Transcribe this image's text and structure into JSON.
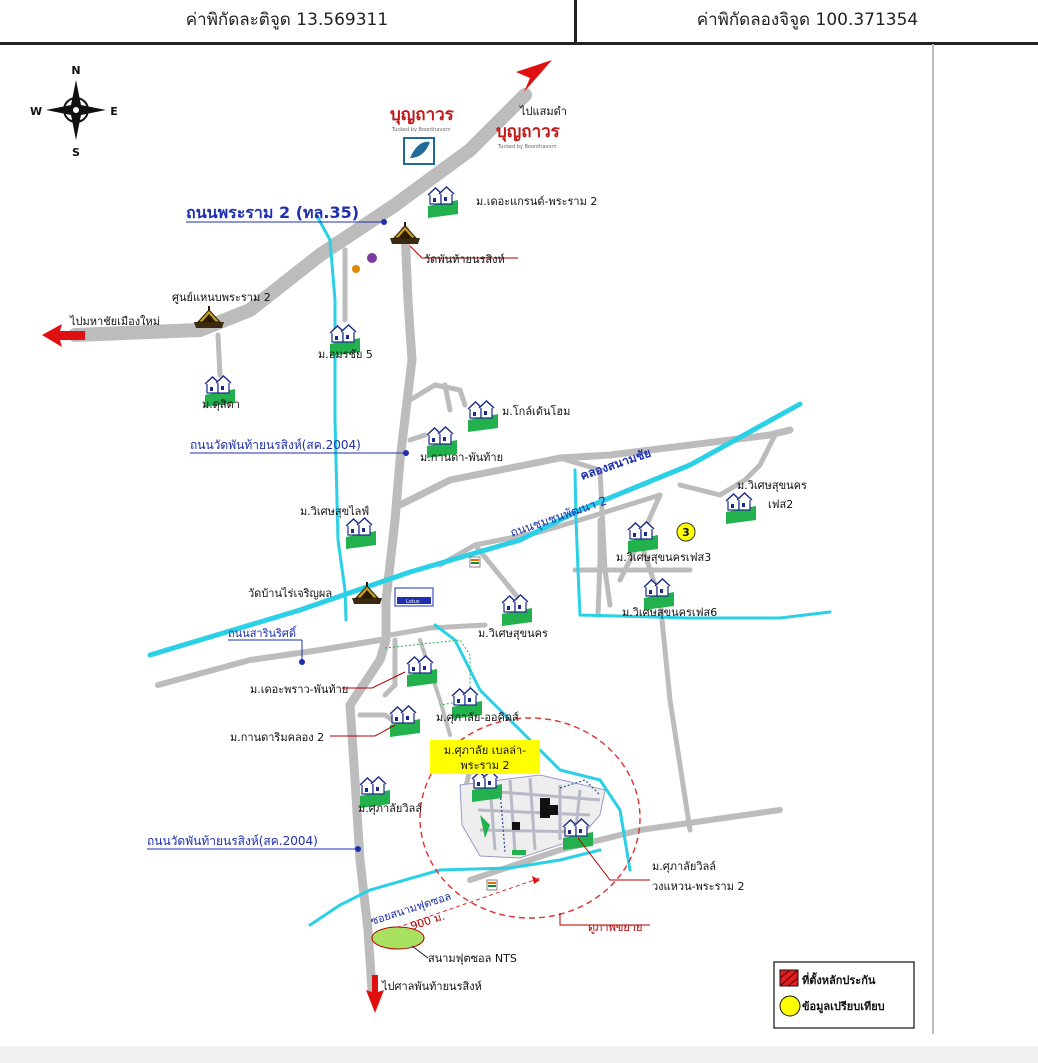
{
  "header": {
    "latitude": "ค่าพิกัดละติจูด 13.569311",
    "longitude": "ค่าพิกัดลองจิจูด 100.371354"
  },
  "compass": {
    "n": "N",
    "s": "S",
    "e": "E",
    "w": "W"
  },
  "brand": {
    "name": "บุญถาวร",
    "tagline": "Tucked by Boonthavorn"
  },
  "roads": {
    "rama2": "ถนนพระราม 2 (ทล.35)",
    "wat_phanthai_upper": "ถนนวัดพันท้ายนรสิงห์(สค.2004)",
    "wat_phanthai_lower": "ถนนวัดพันท้ายนรสิงห์(สค.2004)",
    "sarinrat": "ถนนสารินริศดิ์",
    "chumchon": "ถนนชุมชนพัฒนา 2",
    "canal": "คลองสนามชัย",
    "soi_football": "ซอยสนามฟุตซอล",
    "distance": "900 ม."
  },
  "directions": {
    "to_samaedam": "ไปแสมดำ",
    "to_mahachai": "ไปมหาชัยเมืองใหม่",
    "to_court": "ไปศาลพันท้ายนรสิงห์"
  },
  "places": {
    "grand_rama2": "ม.เดอะแกรนด์-พระราม 2",
    "wat_phanthai": "วัดพันท้ายนรสิงห์",
    "hanob": "ศูนย์แหนบพระราม 2",
    "amornchai": "ม.อมรชัย 5",
    "dusita": "ม.ดุสิตา",
    "golden_home": "ม.โกล์เด้นโฮม",
    "kannada": "ม.กานดา-พันท้าย",
    "wisetsuk": "ม.วิเศษสุขไลฟ์",
    "wisetsukhonkorn2_a": "ม.วิเศษสุขนคร",
    "wisetsukhonkorn2_b": "เฟส2",
    "wisetsukhonkorn3": "ม.วิเศษสุขนครเฟส3",
    "wisetsukhonkorn6": "ม.วิเศษสุขนครเฟส6",
    "wat_banrai": "วัดบ้านไร่เจริญผล",
    "wisetsukhonkorn": "ม.วิเศษสุขนคร",
    "the_praw": "ม.เดอะพราว-พันท้าย",
    "kannada_klong": "ม.กานดาริมคลอง 2",
    "supalai_orchid": "ม.ศุภาลัย-ออคิดส์",
    "supalai_ville": "ม.ศุภาลัยวิลล์",
    "supalai_ring_a": "ม.ศุภาลัยวิลล์",
    "supalai_ring_b": "วงแหวน-พระราม 2",
    "football": "สนามฟุตซอล NTS",
    "lotus": "Lotus",
    "expand_label": "ดูภาพขยาย",
    "comparison_number": "3"
  },
  "subject": {
    "line1": "ม.ศุภาลัย เบลล่า-",
    "line2": "พระราม 2"
  },
  "legend": {
    "collateral": "ที่ตั้งหลักประกัน",
    "comparison": "ข้อมูลเปรียบเทียบ"
  },
  "colors": {
    "road": "#bcbcbc",
    "water": "#2ad0e6",
    "road_label": "#1e2fb0",
    "arrow": "#e01010",
    "house_green": "#22b14c",
    "subject_box": "#ffff00",
    "legend_red": "#e02020",
    "legend_yellow": "#ffff00"
  }
}
